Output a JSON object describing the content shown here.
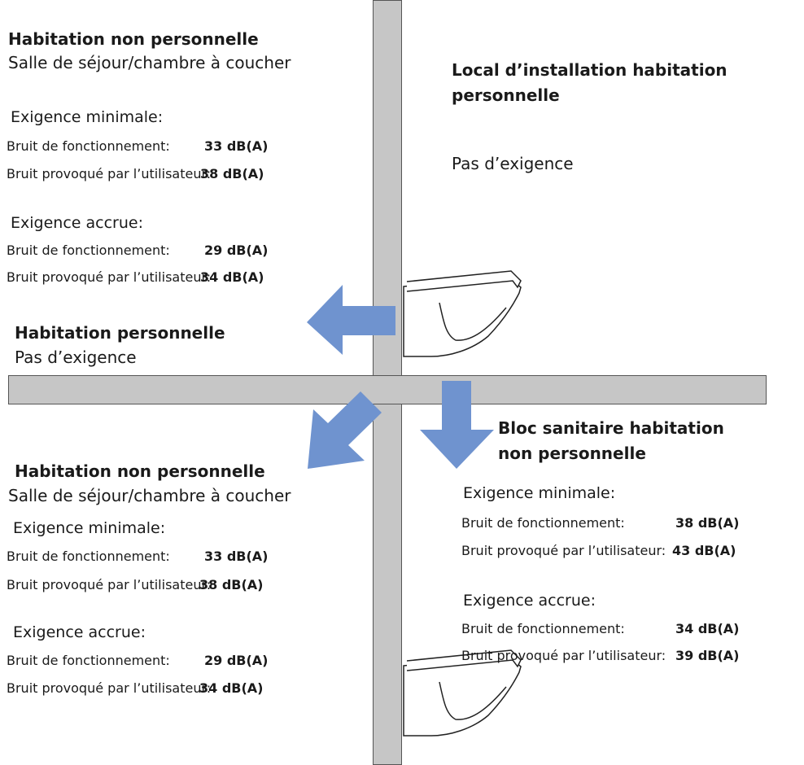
{
  "colors": {
    "wall": "#c6c6c6",
    "wall_border": "#555555",
    "arrow": "#6f93cf"
  },
  "top_left": {
    "title": "Habitation non personnelle",
    "subtitle": "Salle de séjour/chambre à coucher",
    "min": {
      "heading": "Exigence minimale:",
      "rows": [
        {
          "label": "Bruit de fonctionnement:",
          "value": "33 dB(A)"
        },
        {
          "label": "Bruit provoqué par l’utilisateur:",
          "value": "38 dB(A)"
        }
      ]
    },
    "high": {
      "heading": "Exigence accrue:",
      "rows": [
        {
          "label": "Bruit de fonctionnement:",
          "value": "29 dB(A)"
        },
        {
          "label": "Bruit provoqué par l’utilisateur:",
          "value": "34 dB(A)"
        }
      ]
    }
  },
  "top_right": {
    "title_line1": "Local d’installation habitation",
    "title_line2": "personnelle",
    "note": "Pas d’exigence"
  },
  "mid_left": {
    "title": "Habitation personnelle",
    "note": "Pas d’exigence"
  },
  "bottom_left": {
    "title": "Habitation non personnelle",
    "subtitle": "Salle de séjour/chambre à coucher",
    "min": {
      "heading": "Exigence minimale:",
      "rows": [
        {
          "label": "Bruit de fonctionnement:",
          "value": "33 dB(A)"
        },
        {
          "label": "Bruit provoqué par l’utilisateur:",
          "value": "38 dB(A)"
        }
      ]
    },
    "high": {
      "heading": "Exigence accrue:",
      "rows": [
        {
          "label": "Bruit de fonctionnement:",
          "value": "29 dB(A)"
        },
        {
          "label": "Bruit provoqué par l’utilisateur:",
          "value": "34 dB(A)"
        }
      ]
    }
  },
  "bottom_right": {
    "title_line1": "Bloc sanitaire habitation",
    "title_line2": "non personnelle",
    "min": {
      "heading": "Exigence minimale:",
      "rows": [
        {
          "label": "Bruit de fonctionnement:",
          "value": "38 dB(A)"
        },
        {
          "label": "Bruit provoqué par l’utilisateur:",
          "value": "43 dB(A)"
        }
      ]
    },
    "high": {
      "heading": "Exigence accrue:",
      "rows": [
        {
          "label": "Bruit de fonctionnement:",
          "value": "34 dB(A)"
        },
        {
          "label": "Bruit provoqué par l’utilisateur:",
          "value": "39 dB(A)"
        }
      ]
    }
  }
}
